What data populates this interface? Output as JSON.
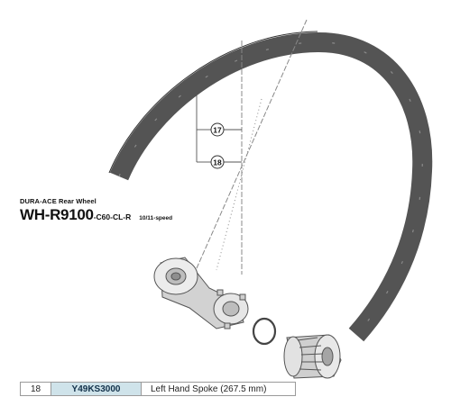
{
  "wheel": {
    "series": "DURA-ACE Rear Wheel",
    "model": "WH-R9100",
    "variant": "-C60-CL-R",
    "speed": "10/11-speed"
  },
  "callouts": [
    {
      "ref": "17"
    },
    {
      "ref": "18"
    }
  ],
  "part_row": {
    "ref": "18",
    "code": "Y49KS3000",
    "description": "Left Hand Spoke (267.5 mm)"
  },
  "colors": {
    "rim": "#545454",
    "line": "#9a9a9a",
    "highlight": "#cfe3ea"
  }
}
